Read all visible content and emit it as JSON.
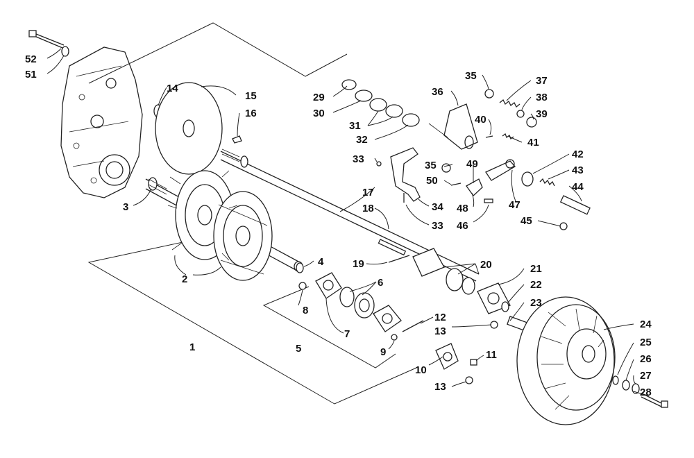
{
  "callouts": [
    {
      "id": "1",
      "label": "1"
    },
    {
      "id": "2",
      "label": "2"
    },
    {
      "id": "3",
      "label": "3"
    },
    {
      "id": "4",
      "label": "4"
    },
    {
      "id": "5",
      "label": "5"
    },
    {
      "id": "6",
      "label": "6"
    },
    {
      "id": "7",
      "label": "7"
    },
    {
      "id": "8",
      "label": "8"
    },
    {
      "id": "9",
      "label": "9"
    },
    {
      "id": "10",
      "label": "10"
    },
    {
      "id": "11",
      "label": "11"
    },
    {
      "id": "12",
      "label": "12"
    },
    {
      "id": "13a",
      "label": "13"
    },
    {
      "id": "13b",
      "label": "13"
    },
    {
      "id": "14",
      "label": "14"
    },
    {
      "id": "15",
      "label": "15"
    },
    {
      "id": "16",
      "label": "16"
    },
    {
      "id": "17",
      "label": "17"
    },
    {
      "id": "18",
      "label": "18"
    },
    {
      "id": "19",
      "label": "19"
    },
    {
      "id": "20",
      "label": "20"
    },
    {
      "id": "21",
      "label": "21"
    },
    {
      "id": "22",
      "label": "22"
    },
    {
      "id": "23",
      "label": "23"
    },
    {
      "id": "24",
      "label": "24"
    },
    {
      "id": "25",
      "label": "25"
    },
    {
      "id": "26",
      "label": "26"
    },
    {
      "id": "27",
      "label": "27"
    },
    {
      "id": "28",
      "label": "28"
    },
    {
      "id": "29",
      "label": "29"
    },
    {
      "id": "30",
      "label": "30"
    },
    {
      "id": "31",
      "label": "31"
    },
    {
      "id": "32",
      "label": "32"
    },
    {
      "id": "33a",
      "label": "33"
    },
    {
      "id": "33b",
      "label": "33"
    },
    {
      "id": "34",
      "label": "34"
    },
    {
      "id": "35a",
      "label": "35"
    },
    {
      "id": "35b",
      "label": "35"
    },
    {
      "id": "36",
      "label": "36"
    },
    {
      "id": "37",
      "label": "37"
    },
    {
      "id": "38",
      "label": "38"
    },
    {
      "id": "39",
      "label": "39"
    },
    {
      "id": "40",
      "label": "40"
    },
    {
      "id": "41",
      "label": "41"
    },
    {
      "id": "42",
      "label": "42"
    },
    {
      "id": "43",
      "label": "43"
    },
    {
      "id": "44",
      "label": "44"
    },
    {
      "id": "45",
      "label": "45"
    },
    {
      "id": "46",
      "label": "46"
    },
    {
      "id": "47",
      "label": "47"
    },
    {
      "id": "48",
      "label": "48"
    },
    {
      "id": "49",
      "label": "49"
    },
    {
      "id": "50",
      "label": "50"
    },
    {
      "id": "51",
      "label": "51"
    },
    {
      "id": "52",
      "label": "52"
    }
  ]
}
